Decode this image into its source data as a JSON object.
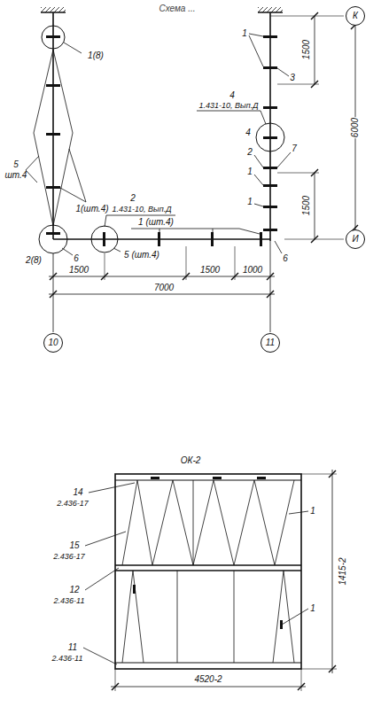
{
  "diagram": {
    "title": "Схема ...",
    "nodes": [
      {
        "text": [
          "К"
        ]
      },
      {
        "text": [
          "И"
        ]
      },
      {
        "text": [
          "10"
        ]
      },
      {
        "text": [
          "11"
        ]
      }
    ],
    "edges": [
      {
        "from": 0,
        "to": 1,
        "arrow": "none",
        "label": "6000"
      }
    ],
    "labels": [
      "1(8)",
      "5",
      "шт.4",
      "1(шт.4)",
      "2",
      "1.431-10, Вып.Д",
      "1 (шт.4)",
      "5 (шт.4)",
      "2(8)",
      "6",
      "1500",
      "7000",
      "1500",
      "1000",
      "4",
      "1.431-10, Вып.Д",
      "1",
      "3",
      "4",
      "2",
      "7",
      "1",
      "1",
      "1500",
      "1500",
      "6",
      "ОК-2",
      "14",
      "2.436-17",
      "15",
      "2.436-17",
      "12",
      "2.436-11",
      "11",
      "2.436-11",
      "1",
      "1",
      "1415-2",
      "4520-2"
    ]
  }
}
